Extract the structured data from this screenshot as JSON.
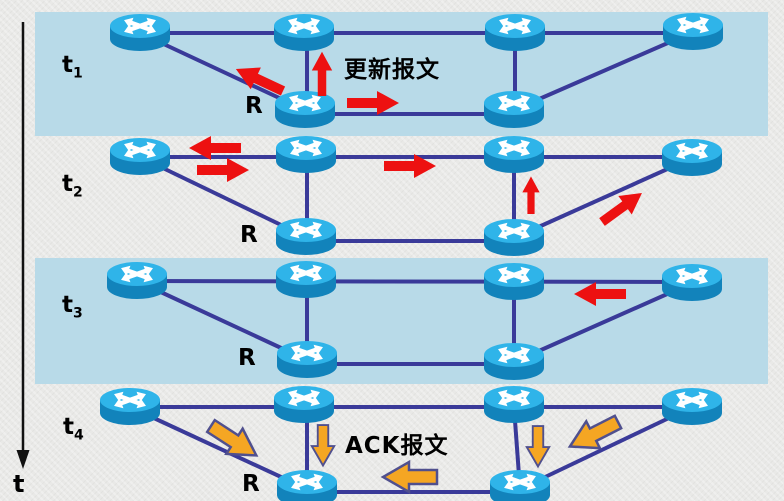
{
  "diagram": {
    "type": "link-state-update-flooding-timeline",
    "time_axis_label": "t",
    "rows": [
      {
        "time_base": "t",
        "time_sub": "1",
        "router_label": "R",
        "highlighted": true,
        "annotation": "更新报文"
      },
      {
        "time_base": "t",
        "time_sub": "2",
        "router_label": "R",
        "highlighted": false
      },
      {
        "time_base": "t",
        "time_sub": "3",
        "router_label": "R",
        "highlighted": true
      },
      {
        "time_base": "t",
        "time_sub": "4",
        "router_label": "R",
        "highlighted": false,
        "annotation": "ACK报文"
      }
    ],
    "colors": {
      "highlight_band": "#b8dae8",
      "link": "#3a3a99",
      "update_arrow": "#ed1111",
      "ack_arrow_fill": "#f5a623",
      "ack_arrow_outline": "#50508e",
      "router_top": "#2fb4e9",
      "router_body": "#1283bb",
      "background": "#e9e9e7",
      "text": "#000000"
    },
    "icons": {
      "router": "cisco-router-icon",
      "update_arrow": "red-solid-arrow-icon",
      "ack_arrow": "yellow-outlined-arrow-icon",
      "time_axis": "down-arrow-icon"
    }
  }
}
